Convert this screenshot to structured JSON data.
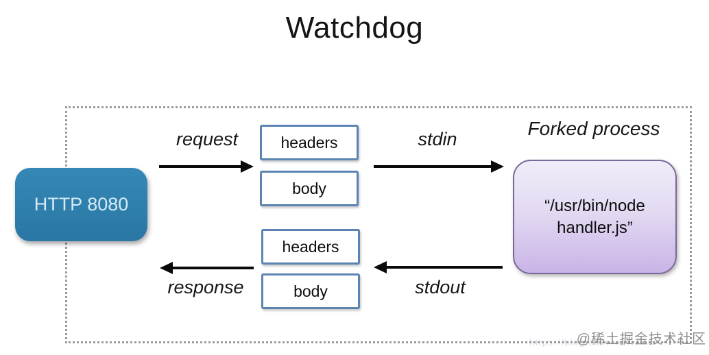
{
  "title": "Watchdog",
  "diagram": {
    "http_node": {
      "label": "HTTP 8080"
    },
    "top_flow": {
      "request_label": "request",
      "headers_box": "headers",
      "body_box": "body",
      "stdin_label": "stdin"
    },
    "bottom_flow": {
      "response_label": "response",
      "headers_box": "headers",
      "body_box": "body",
      "stdout_label": "stdout"
    },
    "forked_process": {
      "caption": "Forked process",
      "command": "“/usr/bin/node handler.js”"
    }
  },
  "watermark": {
    "community_badge": "@稀土掘金技术社区",
    "faint_url": "https://blog.csdn.net"
  },
  "colors": {
    "http_node_bg": "#2f7fad",
    "http_node_text": "#d6ebf5",
    "io_box_border": "#5b84b1",
    "process_border": "#7a6899",
    "process_bg_top": "#f0ecf9",
    "process_bg_bottom": "#c9b4e7",
    "arrow": "#0a0a0a",
    "dotted_border": "#9a9a9a",
    "watermark_text": "#8f8f8f"
  }
}
